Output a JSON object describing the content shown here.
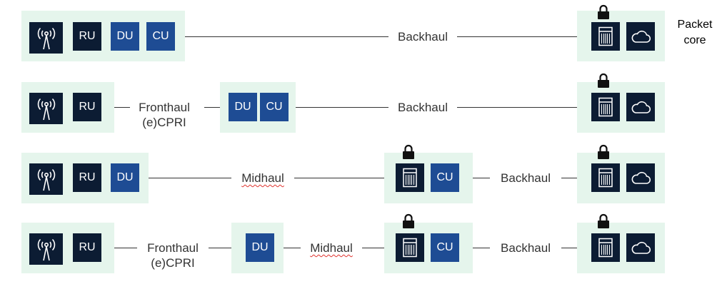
{
  "labels": {
    "ru": "RU",
    "du": "DU",
    "cu": "CU",
    "backhaul": "Backhaul",
    "fronthaul": "Fronthaul",
    "ecpri": "(e)CPRI",
    "midhaul": "Midhaul",
    "packet": "Packet",
    "core": "core"
  },
  "colors": {
    "group_bg": "#e5f5ec",
    "dark_tile": "#0c1c33",
    "blue_tile": "#1e4c94",
    "line": "#333333",
    "squiggle": "#e0322e"
  },
  "icons": [
    "antenna-tower-icon",
    "server-rack-icon",
    "cloud-icon",
    "lock-icon"
  ]
}
